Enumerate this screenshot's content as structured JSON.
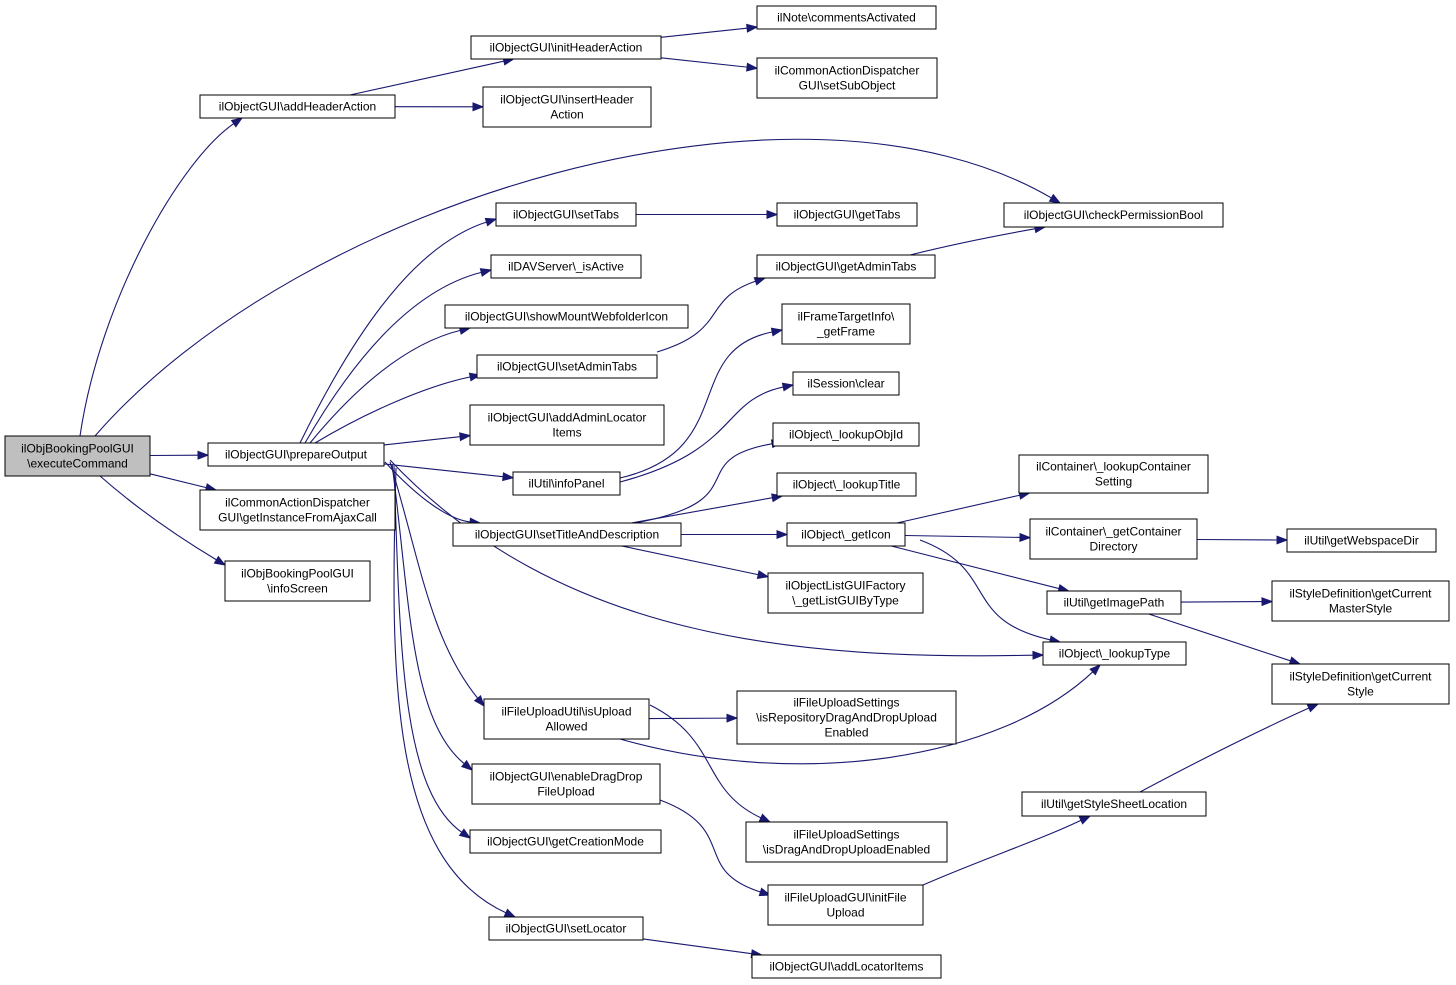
{
  "graph": {
    "root": "n1",
    "colors": {
      "edge": "#191970",
      "node_fill": "#ffffff",
      "root_fill": "#bfbfbf",
      "border": "#000000"
    },
    "nodes": [
      {
        "id": "n1",
        "lines": [
          "ilObjBookingPoolGUI",
          "\\executeCommand"
        ]
      },
      {
        "id": "n2",
        "lines": [
          "ilObjectGUI\\addHeaderAction"
        ]
      },
      {
        "id": "n3",
        "lines": [
          "ilObjectGUI\\initHeaderAction"
        ]
      },
      {
        "id": "n4",
        "lines": [
          "ilNote\\commentsActivated"
        ]
      },
      {
        "id": "n5",
        "lines": [
          "ilCommonActionDispatcher",
          "GUI\\setSubObject"
        ]
      },
      {
        "id": "n6",
        "lines": [
          "ilObjectGUI\\insertHeader",
          "Action"
        ]
      },
      {
        "id": "n7",
        "lines": [
          "ilObjectGUI\\checkPermissionBool"
        ]
      },
      {
        "id": "n8",
        "lines": [
          "ilObjectGUI\\prepareOutput"
        ]
      },
      {
        "id": "n9",
        "lines": [
          "ilObjectGUI\\setTabs"
        ]
      },
      {
        "id": "n10",
        "lines": [
          "ilObjectGUI\\getTabs"
        ]
      },
      {
        "id": "n11",
        "lines": [
          "ilDAVServer\\_isActive"
        ]
      },
      {
        "id": "n12",
        "lines": [
          "ilObjectGUI\\showMountWebfolderIcon"
        ]
      },
      {
        "id": "n13",
        "lines": [
          "ilObjectGUI\\setAdminTabs"
        ]
      },
      {
        "id": "n14",
        "lines": [
          "ilObjectGUI\\getAdminTabs"
        ]
      },
      {
        "id": "n15",
        "lines": [
          "ilObjectGUI\\addAdminLocator",
          "Items"
        ]
      },
      {
        "id": "n16",
        "lines": [
          "ilUtil\\infoPanel"
        ]
      },
      {
        "id": "n17",
        "lines": [
          "ilFrameTargetInfo\\",
          "_getFrame"
        ]
      },
      {
        "id": "n18",
        "lines": [
          "ilSession\\clear"
        ]
      },
      {
        "id": "n19",
        "lines": [
          "ilObject\\_lookupObjId"
        ]
      },
      {
        "id": "n20",
        "lines": [
          "ilObjectGUI\\setTitleAndDescription"
        ]
      },
      {
        "id": "n21",
        "lines": [
          "ilObject\\_lookupTitle"
        ]
      },
      {
        "id": "n22",
        "lines": [
          "ilObject\\_getIcon"
        ]
      },
      {
        "id": "n23",
        "lines": [
          "ilObjectListGUIFactory",
          "\\_getListGUIByType"
        ]
      },
      {
        "id": "n24",
        "lines": [
          "ilContainer\\_lookupContainer",
          "Setting"
        ]
      },
      {
        "id": "n25",
        "lines": [
          "ilContainer\\_getContainer",
          "Directory"
        ]
      },
      {
        "id": "n26",
        "lines": [
          "ilUtil\\getWebspaceDir"
        ]
      },
      {
        "id": "n27",
        "lines": [
          "ilUtil\\getImagePath"
        ]
      },
      {
        "id": "n28",
        "lines": [
          "ilStyleDefinition\\getCurrent",
          "MasterStyle"
        ]
      },
      {
        "id": "n29",
        "lines": [
          "ilStyleDefinition\\getCurrent",
          "Style"
        ]
      },
      {
        "id": "n30",
        "lines": [
          "ilObject\\_lookupType"
        ]
      },
      {
        "id": "n31",
        "lines": [
          "ilCommonActionDispatcher",
          "GUI\\getInstanceFromAjaxCall"
        ]
      },
      {
        "id": "n32",
        "lines": [
          "ilObjBookingPoolGUI",
          "\\infoScreen"
        ]
      },
      {
        "id": "n33",
        "lines": [
          "ilFileUploadUtil\\isUpload",
          "Allowed"
        ]
      },
      {
        "id": "n34",
        "lines": [
          "ilFileUploadSettings",
          "\\isRepositoryDragAndDropUpload",
          "Enabled"
        ]
      },
      {
        "id": "n35",
        "lines": [
          "ilObjectGUI\\enableDragDrop",
          "FileUpload"
        ]
      },
      {
        "id": "n36",
        "lines": [
          "ilFileUploadSettings",
          "\\isDragAndDropUploadEnabled"
        ]
      },
      {
        "id": "n37",
        "lines": [
          "ilObjectGUI\\getCreationMode"
        ]
      },
      {
        "id": "n38",
        "lines": [
          "ilFileUploadGUI\\initFile",
          "Upload"
        ]
      },
      {
        "id": "n39",
        "lines": [
          "ilUtil\\getStyleSheetLocation"
        ]
      },
      {
        "id": "n40",
        "lines": [
          "ilObjectGUI\\setLocator"
        ]
      },
      {
        "id": "n41",
        "lines": [
          "ilObjectGUI\\addLocatorItems"
        ]
      }
    ],
    "edges": [
      [
        "n1",
        "n2"
      ],
      [
        "n1",
        "n7"
      ],
      [
        "n1",
        "n8"
      ],
      [
        "n1",
        "n31"
      ],
      [
        "n1",
        "n32"
      ],
      [
        "n2",
        "n3"
      ],
      [
        "n2",
        "n6"
      ],
      [
        "n3",
        "n4"
      ],
      [
        "n3",
        "n5"
      ],
      [
        "n8",
        "n9"
      ],
      [
        "n8",
        "n11"
      ],
      [
        "n8",
        "n12"
      ],
      [
        "n8",
        "n13"
      ],
      [
        "n8",
        "n15"
      ],
      [
        "n8",
        "n16"
      ],
      [
        "n8",
        "n20"
      ],
      [
        "n8",
        "n30"
      ],
      [
        "n8",
        "n33"
      ],
      [
        "n8",
        "n35"
      ],
      [
        "n8",
        "n37"
      ],
      [
        "n8",
        "n40"
      ],
      [
        "n9",
        "n10"
      ],
      [
        "n13",
        "n14"
      ],
      [
        "n14",
        "n7"
      ],
      [
        "n16",
        "n17"
      ],
      [
        "n16",
        "n18"
      ],
      [
        "n20",
        "n19"
      ],
      [
        "n20",
        "n21"
      ],
      [
        "n20",
        "n22"
      ],
      [
        "n20",
        "n23"
      ],
      [
        "n22",
        "n24"
      ],
      [
        "n22",
        "n25"
      ],
      [
        "n22",
        "n27"
      ],
      [
        "n22",
        "n30"
      ],
      [
        "n25",
        "n26"
      ],
      [
        "n27",
        "n28"
      ],
      [
        "n27",
        "n29"
      ],
      [
        "n33",
        "n34"
      ],
      [
        "n33",
        "n36"
      ],
      [
        "n33",
        "n30"
      ],
      [
        "n35",
        "n38"
      ],
      [
        "n38",
        "n39"
      ],
      [
        "n39",
        "n29"
      ],
      [
        "n40",
        "n41"
      ]
    ]
  }
}
